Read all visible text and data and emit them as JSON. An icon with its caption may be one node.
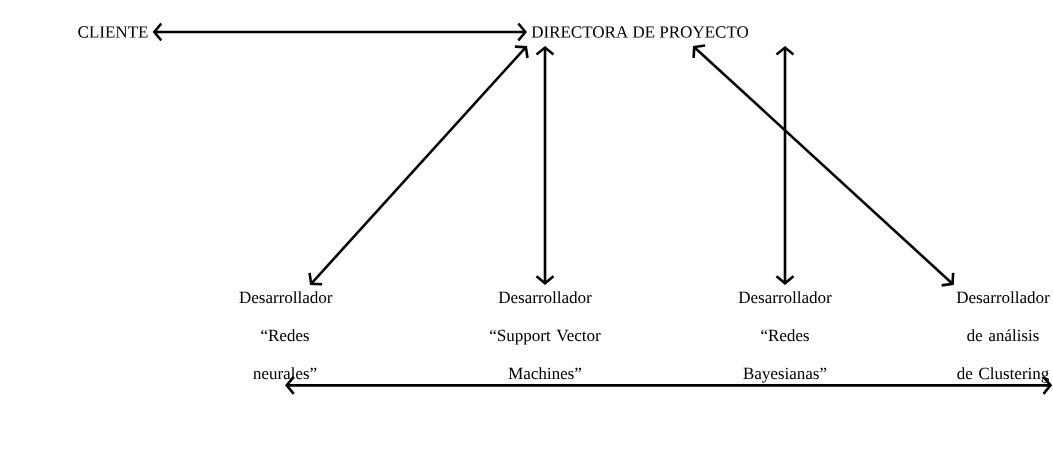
{
  "diagram": {
    "nodes": [
      {
        "text": [
          "CLIENTE"
        ]
      },
      {
        "text": [
          "DIRECTORA DE PROYECTO"
        ]
      },
      {
        "text": [
          "Desarrollador “Redes neurales”"
        ]
      },
      {
        "text": [
          "Desarrollador “Support Vector Machines”"
        ]
      },
      {
        "text": [
          "Desarrollador “Redes Bayesianas”"
        ]
      },
      {
        "text": [
          "Desarrollador de análisis de Clustering"
        ]
      }
    ],
    "edges": [
      {
        "from": 0,
        "to": 1,
        "arrow": "both"
      },
      {
        "from": 1,
        "to": 2,
        "arrow": "both"
      },
      {
        "from": 1,
        "to": 3,
        "arrow": "both"
      },
      {
        "from": 1,
        "to": 4,
        "arrow": "both"
      },
      {
        "from": 1,
        "to": 5,
        "arrow": "both"
      },
      {
        "from": 2,
        "to": 5,
        "arrow": "both"
      }
    ]
  }
}
